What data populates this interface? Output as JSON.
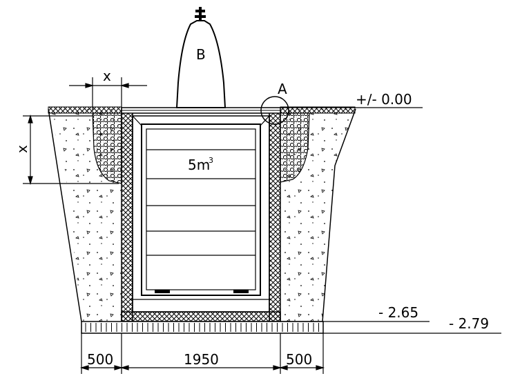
{
  "labels": {
    "part_b": "B",
    "detail_a": "A",
    "volume": "5m",
    "volume_exp": "3",
    "dim_x_horizontal": "x",
    "dim_x_vertical": "x"
  },
  "elevations": {
    "ground": "+/- 0.00",
    "floor": "- 2.65",
    "base": "- 2.79"
  },
  "dimensions": {
    "left_width": "500",
    "center_width": "1950",
    "right_width": "500"
  }
}
